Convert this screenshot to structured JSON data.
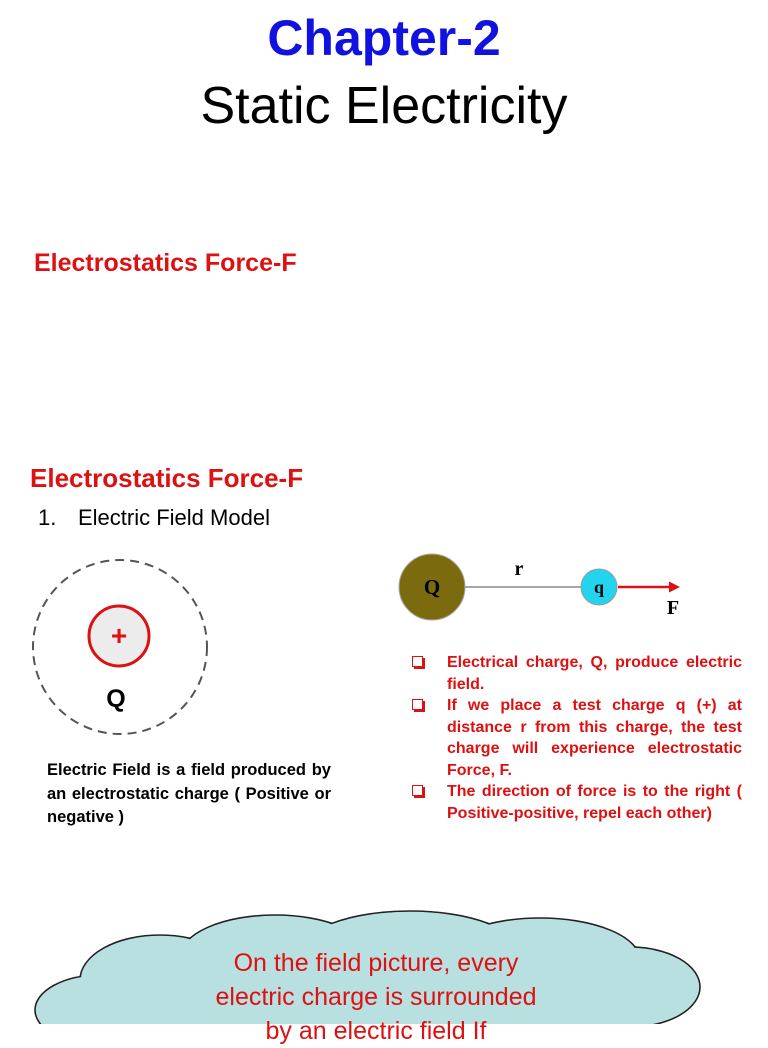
{
  "title": "Chapter-2",
  "subtitle": "Static Electricity",
  "section_heading_1": "Electrostatics Force-F",
  "section_heading_2": "Electrostatics Force-F",
  "list_item": {
    "number": "1.",
    "text": "Electric Field Model"
  },
  "field_diagram": {
    "charge_sign": "+",
    "charge_label": "Q"
  },
  "force_diagram": {
    "source_label": "Q",
    "test_label": "q",
    "distance_label": "r",
    "force_label": "F"
  },
  "field_description": "Electric Field is a field produced by an electrostatic charge ( Positive or negative )",
  "bullets": [
    "Electrical charge, Q, produce electric field.",
    "If we place a test charge q (+) at distance r from this charge, the test charge will experience electrostatic Force, F.",
    "The direction of force is to the right ( Positive-positive, repel each other)"
  ],
  "cloud_lines": [
    "On the field picture, every",
    "electric charge is surrounded",
    "by an electric field If"
  ],
  "colors": {
    "title": "#1212e0",
    "heading": "#dd1111",
    "source_charge": "#7b6b0e",
    "test_charge": "#22d4ee",
    "cloud": "#b9e0e0"
  }
}
